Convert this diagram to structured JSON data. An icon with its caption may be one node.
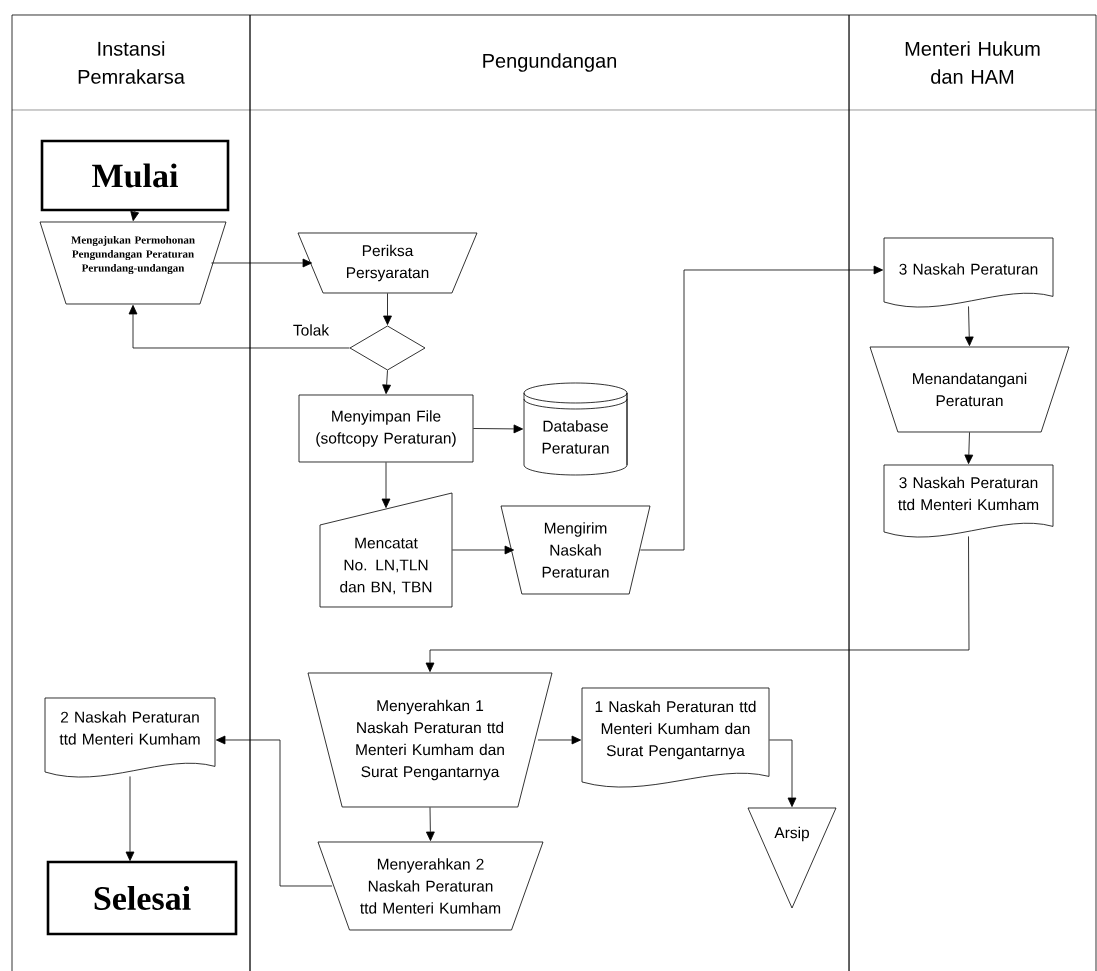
{
  "diagram": {
    "nodes": [
      {
        "text": [
          "Instansi Pemrakarsa"
        ]
      },
      {
        "text": [
          "Pengundangan"
        ]
      },
      {
        "text": [
          "Menteri Hukum dan HAM"
        ]
      },
      {
        "text": [
          "Mulai"
        ],
        "in": 0
      },
      {
        "text": [
          "Mengajukan Permohonan Pengundangan Peraturan Perundang-undangan"
        ],
        "in": 0
      },
      {
        "text": [
          "Periksa Persyaratan"
        ],
        "in": 1
      },
      {
        "text": [],
        "shape": "diamond",
        "in": 1
      },
      {
        "text": [
          "Menyimpan File (softcopy Peraturan)"
        ],
        "in": 1
      },
      {
        "text": [
          "Database Peraturan"
        ],
        "in": 1
      },
      {
        "text": [
          "Mencatat No. LN,TLN dan BN, TBN"
        ],
        "in": 1
      },
      {
        "text": [
          "Mengirim Naskah Peraturan"
        ],
        "in": 1
      },
      {
        "text": [
          "3 Naskah Peraturan"
        ],
        "in": 2
      },
      {
        "text": [
          "Menandatangani Peraturan"
        ],
        "in": 2
      },
      {
        "text": [
          "3 Naskah Peraturan ttd Menteri Kumham"
        ],
        "in": 2
      },
      {
        "text": [
          "Menyerahkan 1 Naskah Peraturan ttd Menteri Kumham dan Surat Pengantarnya"
        ],
        "in": 1
      },
      {
        "text": [
          "1 Naskah Peraturan ttd Menteri Kumham dan Surat Pengantarnya"
        ],
        "in": 1
      },
      {
        "text": [
          "Arsip"
        ],
        "in": 1
      },
      {
        "text": [
          "Menyerahkan 2 Naskah Peraturan ttd Menteri Kumham"
        ],
        "in": 1
      },
      {
        "text": [
          "2 Naskah Peraturan ttd Menteri Kumham"
        ],
        "in": 0
      },
      {
        "text": [
          "Selesai"
        ],
        "in": 0
      }
    ],
    "edges": [
      {
        "from": 3,
        "to": 4,
        "arrow": "to"
      },
      {
        "from": 4,
        "to": 5,
        "arrow": "to"
      },
      {
        "from": 5,
        "to": 6,
        "arrow": "to"
      },
      {
        "from": 6,
        "to": 4,
        "arrow": "to",
        "label": "Tolak"
      },
      {
        "from": 6,
        "to": 7,
        "arrow": "to"
      },
      {
        "from": 7,
        "to": 8,
        "arrow": "to"
      },
      {
        "from": 7,
        "to": 9,
        "arrow": "to"
      },
      {
        "from": 9,
        "to": 10,
        "arrow": "to"
      },
      {
        "from": 10,
        "to": 11,
        "arrow": "to"
      },
      {
        "from": 11,
        "to": 12,
        "arrow": "to"
      },
      {
        "from": 12,
        "to": 13,
        "arrow": "to"
      },
      {
        "from": 13,
        "to": 14,
        "arrow": "to"
      },
      {
        "from": 14,
        "to": 15,
        "arrow": "to"
      },
      {
        "from": 15,
        "to": 16,
        "arrow": "to"
      },
      {
        "from": 14,
        "to": 17,
        "arrow": "to"
      },
      {
        "from": 17,
        "to": 18,
        "arrow": "to"
      },
      {
        "from": 18,
        "to": 19,
        "arrow": "to"
      }
    ]
  }
}
